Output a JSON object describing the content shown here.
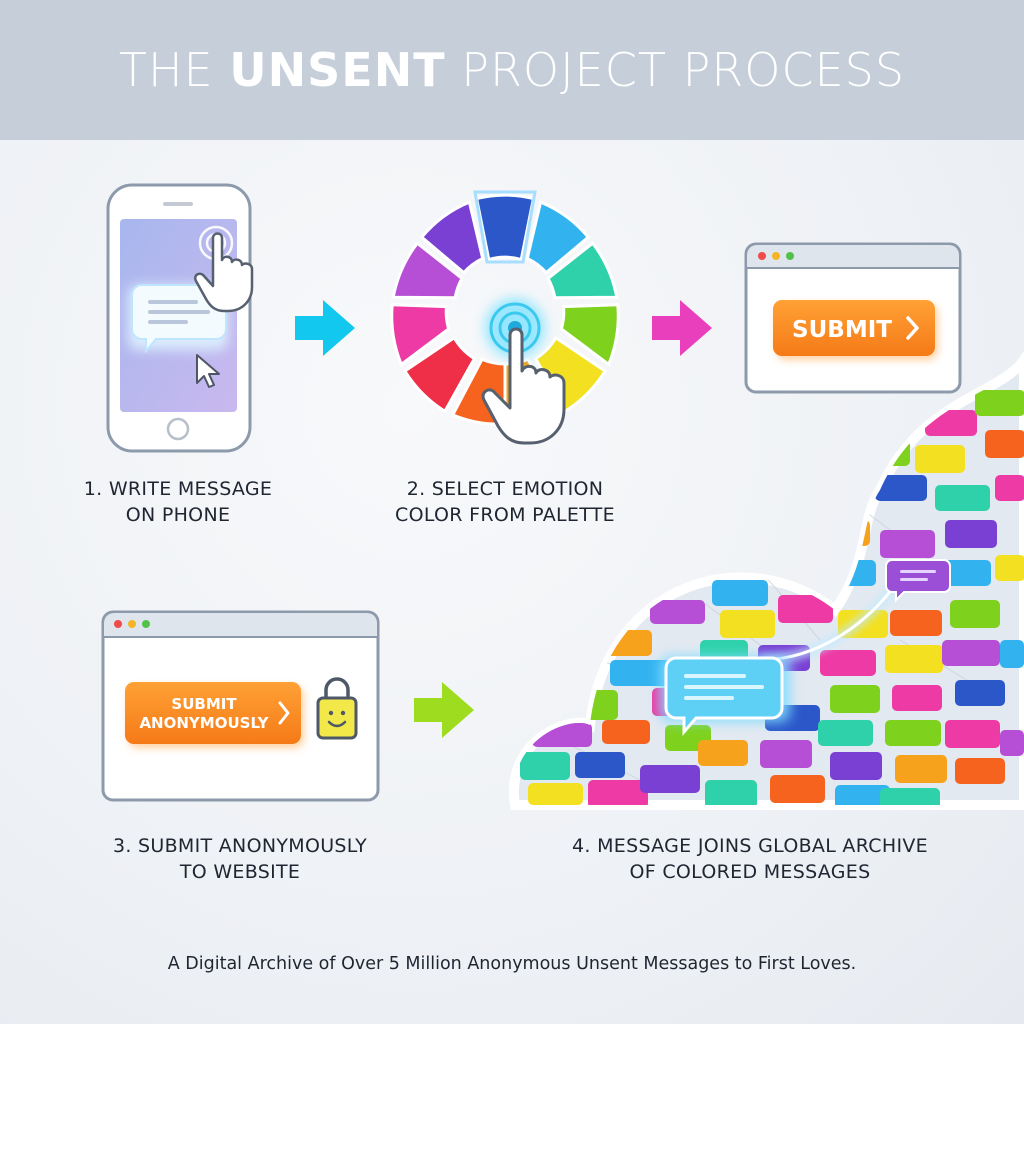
{
  "header": {
    "title_prefix": "THE ",
    "title_emphasis": "UNSENT",
    "title_suffix": " PROJECT PROCESS"
  },
  "steps": [
    {
      "line1": "1. WRITE MESSAGE",
      "line2": "ON PHONE"
    },
    {
      "line1": "2. SELECT EMOTION",
      "line2": "COLOR FROM PALETTE"
    },
    {
      "line1": "3. SUBMIT ANONYMOUSLY",
      "line2": "TO WEBSITE"
    },
    {
      "line1": "4. MESSAGE JOINS GLOBAL ARCHIVE",
      "line2": "OF COLORED MESSAGES"
    }
  ],
  "buttons": {
    "submit": "SUBMIT",
    "submit_anon_line1": "SUBMIT",
    "submit_anon_line2": "ANONYMOUSLY"
  },
  "caption": "A Digital Archive of Over 5 Million Anonymous Unsent Messages to First Loves.",
  "colors": {
    "header_bg": "#c5ced9",
    "button_orange": "#f7861e",
    "arrow_cyan": "#13c8ef",
    "arrow_magenta": "#e93fbd",
    "arrow_lime": "#9ddc1e"
  },
  "icons": [
    "hand-pointer-icon",
    "cursor-arrow-icon",
    "chat-bubble-icon",
    "color-wheel-icon",
    "padlock-smiley-icon",
    "chevron-right-icon",
    "cloud-icon",
    "arrow-right-icon"
  ]
}
